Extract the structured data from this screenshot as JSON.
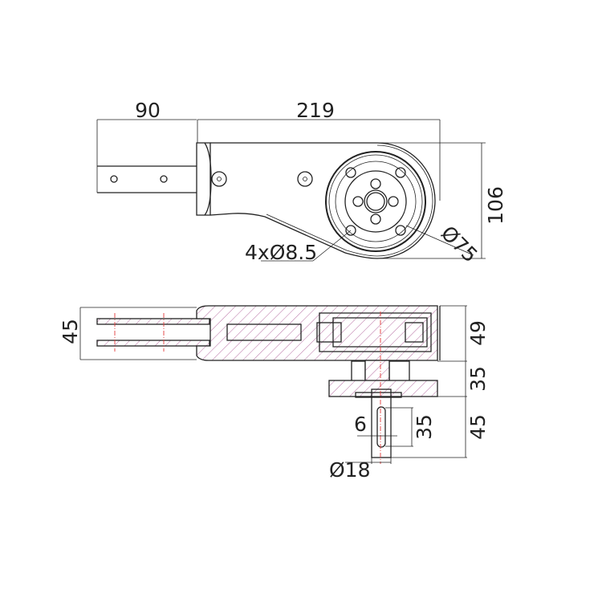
{
  "top_view": {
    "dim_arm_length": "90",
    "dim_body_length": "219",
    "dim_height": "106",
    "dim_pulley_diameter": "Ø75",
    "dim_bolt_holes": "4xØ8.5"
  },
  "section_view": {
    "dim_fork_width": "45",
    "dim_body_thickness": "49",
    "dim_hub_height": "35",
    "dim_shaft_length": "45",
    "dim_key_length": "35",
    "dim_key_width": "6",
    "dim_shaft_diameter": "Ø18"
  },
  "colors": {
    "line": "#222222",
    "hatch": "#b0609a",
    "centerline": "#e23b3b"
  }
}
